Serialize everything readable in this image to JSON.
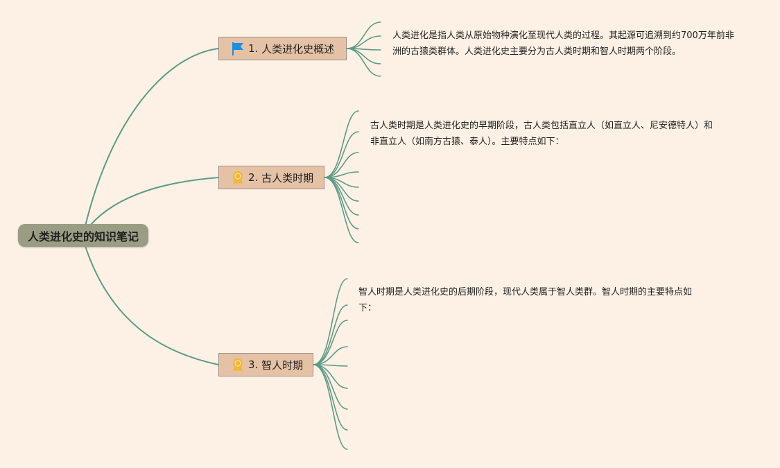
{
  "root": {
    "label": "人类进化史的知识笔记"
  },
  "topics": [
    {
      "number": "1.",
      "label": "人类进化史概述",
      "icon": "flag-icon",
      "icon_color": "#1e8fe0",
      "description": "人类进化是指人类从原始物种演化至现代人类的过程。其起源可追溯到约700万年前非洲的古猿类群体。人类进化史主要分为古人类时期和智人时期两个阶段。"
    },
    {
      "number": "2.",
      "label": "古人类时期",
      "icon": "award-badge-icon",
      "icon_color": "#f2b636",
      "description": "古人类时期是人类进化史的早期阶段，古人类包括直立人（如直立人、尼安德特人）和非直立人（如南方古猿、泰人）。主要特点如下："
    },
    {
      "number": "3.",
      "label": "智人时期",
      "icon": "award-badge-icon",
      "icon_color": "#f2b636",
      "description": "智人时期是人类进化史的后期阶段，现代人类属于智人类群。智人时期的主要特点如下："
    }
  ],
  "colors": {
    "background": "#fdf1e6",
    "branch": "#5e9a86",
    "root_fill": "#9a9d84",
    "topic_fill": "#e5c2a6"
  }
}
